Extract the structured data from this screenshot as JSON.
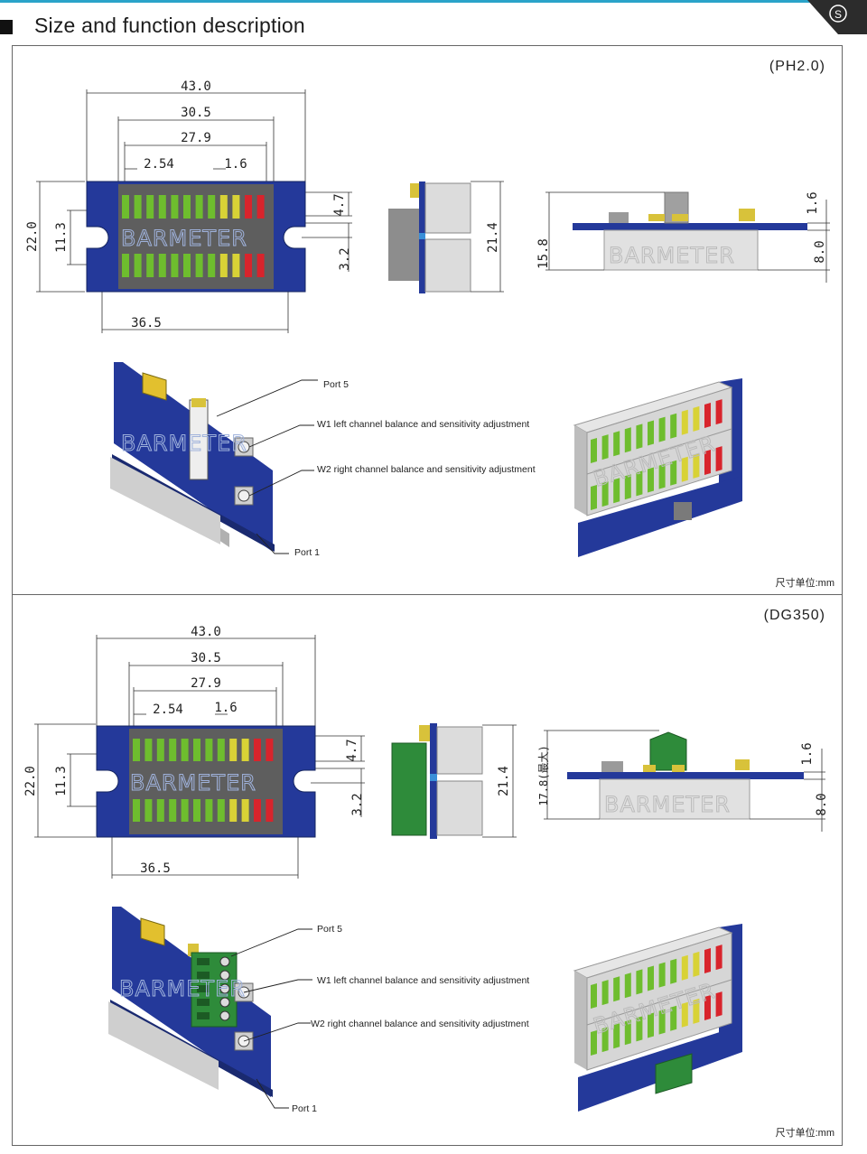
{
  "header": {
    "title": "Size and function description",
    "corner_letter": "S"
  },
  "colors": {
    "pcb": "#24399a",
    "led_green": "#6ebd2e",
    "led_yellow": "#d8d236",
    "led_red": "#d8242c",
    "housing": "#d9d9d9",
    "terminal_green": "#2e8b3a"
  },
  "panels": [
    {
      "model": "(PH2.0)",
      "unit_note": "尺寸单位:mm",
      "brand": "BARMETER",
      "front_dims": {
        "overall_width": "43.0",
        "window_width": "30.5",
        "led_span": "27.9",
        "pitch": "2.54",
        "gap": "1.6",
        "height": "22.0",
        "hole_spacing": "11.3",
        "led_height": "4.7",
        "row_gap": "3.2",
        "bottom_width": "36.5"
      },
      "side_dims": {
        "depth": "21.4"
      },
      "top_dims": {
        "total_height": "15.8",
        "pcb_thickness": "1.6",
        "housing_height": "8.0"
      },
      "callouts": {
        "port5": "Port 5",
        "w1": "W1 left channel balance and sensitivity adjustment",
        "w2": "W2 right channel balance and sensitivity adjustment",
        "port1": "Port 1"
      }
    },
    {
      "model": "(DG350)",
      "unit_note": "尺寸单位:mm",
      "brand": "BARMETER",
      "front_dims": {
        "overall_width": "43.0",
        "window_width": "30.5",
        "led_span": "27.9",
        "pitch": "2.54",
        "gap": "1.6",
        "height": "22.0",
        "hole_spacing": "11.3",
        "led_height": "4.7",
        "row_gap": "3.2",
        "bottom_width": "36.5"
      },
      "side_dims": {
        "depth": "21.4"
      },
      "top_dims": {
        "total_height": "17.8(最大)",
        "pcb_thickness": "1.6",
        "housing_height": "8.0"
      },
      "callouts": {
        "port5": "Port 5",
        "w1": "W1 left channel balance and sensitivity adjustment",
        "w2": "W2 right channel balance and sensitivity adjustment",
        "port1": "Port 1"
      }
    }
  ]
}
